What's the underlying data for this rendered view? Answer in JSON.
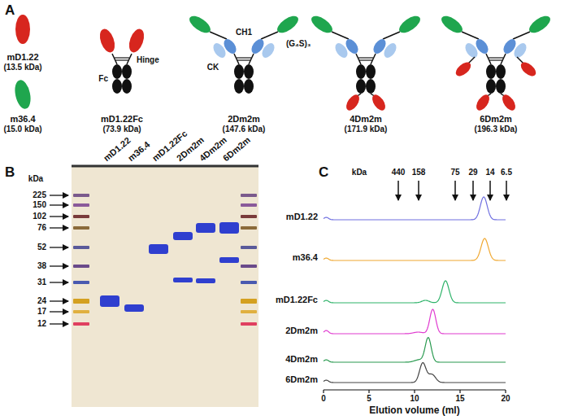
{
  "diagram": {
    "labels": [
      "A",
      "mD1.22",
      "(13.5 kDa)",
      "m36.4",
      "(15.0 kDa)",
      "Fc",
      "Hinge",
      "mD1.22Fc",
      "(73.9 kDa)",
      "CH1",
      "CK",
      "(G₄S)₃",
      "2Dm2m",
      "(147.6 kDa)",
      "4Dm2m",
      "(171.9 kDa)",
      "6Dm2m",
      "(196.3 kDa)",
      "B",
      "kDa",
      "225",
      "150",
      "102",
      "76",
      "52",
      "38",
      "31",
      "24",
      "17",
      "12",
      "mD1.22",
      "m36.4",
      "mD1.22Fc",
      "2Dm2m",
      "4Dm2m",
      "6Dm2m",
      "C",
      "kDa",
      "440",
      "158",
      "75",
      "29",
      "14",
      "6.5",
      "mD1.22",
      "m36.4",
      "mD1.22Fc",
      "2Dm2m",
      "4Dm2m",
      "6Dm2m",
      "0",
      "5",
      "10",
      "15",
      "20",
      "Elution volume (ml)"
    ]
  }
}
